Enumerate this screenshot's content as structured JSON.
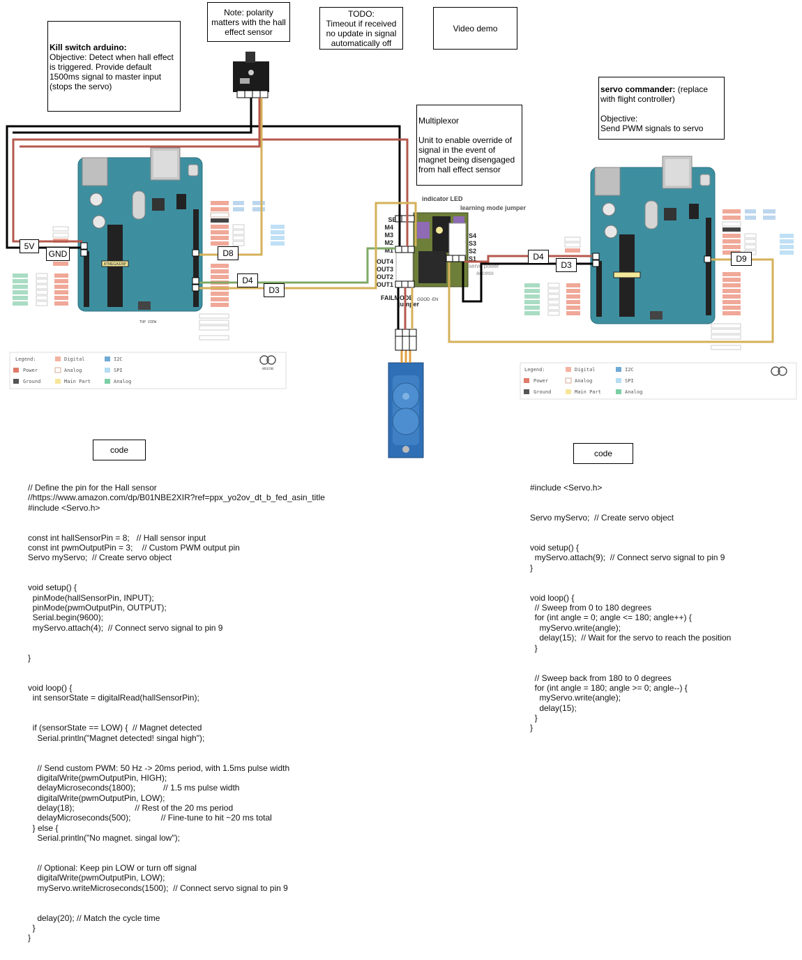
{
  "notes": {
    "kill_switch": {
      "title": "Kill switch arduino:",
      "body": "Objective: Detect when hall effect is triggered. Provide default 1500ms signal to master input (stops the servo)"
    },
    "polarity": "Note: polarity matters with the hall effect sensor",
    "todo": {
      "title": "TODO:",
      "body": "Timeout if received no update in signal automatically off"
    },
    "video_demo": "Video demo",
    "multiplexor": {
      "title": "Multiplexor",
      "body": "Unit to enable override of signal in the event of magnet being disengaged from hall effect sensor"
    },
    "servo_commander": {
      "title": "servo commander:",
      "title_suffix": " (replace with flight controller)",
      "body": "Objective:\nSend PWM signals to servo"
    }
  },
  "wire_labels": {
    "left_5v": "5V",
    "left_gnd": "GND",
    "left_d8": "D8",
    "left_d4": "D4",
    "left_d3": "D3",
    "right_d4": "D4",
    "right_d3": "D3",
    "right_d9": "D9"
  },
  "mux": {
    "sel": "SEL",
    "m4": "M4",
    "m3": "M3",
    "m2": "M2",
    "m1": "M1",
    "out4": "OUT4",
    "out3": "OUT3",
    "out2": "OUT2",
    "out1": "OUT1",
    "s4": "S4",
    "s3": "S3",
    "s2": "S2",
    "s1": "S1",
    "indicator_led": "indicator LED",
    "learning_mode": "learning mode jumper",
    "failmode": "FAILMODE",
    "jumper": "jumper",
    "servo_power": "servo power",
    "access": "access",
    "good_en": "GOOD  -EN"
  },
  "board_text": {
    "top_view": "TOP VIEW",
    "atmega": "ATMEGA328P",
    "legend_title": "Legend:",
    "legend": {
      "digital": "Digital",
      "i2c": "I2C",
      "power": "Power",
      "analog": "Analog",
      "spi": "SPI",
      "ground": "Ground",
      "main_part": "Main Part",
      "analog2": "Analog"
    },
    "brand": "ARDUINO"
  },
  "code_buttons": {
    "left": "code",
    "right": "code"
  },
  "code": {
    "left": "// Define the pin for the Hall sensor\n//https://www.amazon.com/dp/B01NBE2XIR?ref=ppx_yo2ov_dt_b_fed_asin_title\n#include <Servo.h>\n\n\nconst int hallSensorPin = 8;   // Hall sensor input\nconst int pwmOutputPin = 3;    // Custom PWM output pin\nServo myServo;  // Create servo object\n\n\nvoid setup() {\n  pinMode(hallSensorPin, INPUT);\n  pinMode(pwmOutputPin, OUTPUT);\n  Serial.begin(9600);\n  myServo.attach(4);  // Connect servo signal to pin 9\n\n\n}\n\n\nvoid loop() {\n  int sensorState = digitalRead(hallSensorPin);\n\n\n  if (sensorState == LOW) {  // Magnet detected\n    Serial.println(\"Magnet detected! singal high\");\n\n\n    // Send custom PWM: 50 Hz -> 20ms period, with 1.5ms pulse width\n    digitalWrite(pwmOutputPin, HIGH);\n    delayMicroseconds(1800);            // 1.5 ms pulse width\n    digitalWrite(pwmOutputPin, LOW);\n    delay(18);                          // Rest of the 20 ms period\n    delayMicroseconds(500);             // Fine-tune to hit ~20 ms total\n  } else {\n    Serial.println(\"No magnet. singal low\");\n\n\n    // Optional: Keep pin LOW or turn off signal\n    digitalWrite(pwmOutputPin, LOW);\n    myServo.writeMicroseconds(1500);  // Connect servo signal to pin 9\n\n\n    delay(20); // Match the cycle time\n  }\n}",
    "right": "#include <Servo.h>\n\n\nServo myServo;  // Create servo object\n\n\nvoid setup() {\n  myServo.attach(9);  // Connect servo signal to pin 9\n}\n\n\nvoid loop() {\n  // Sweep from 0 to 180 degrees\n  for (int angle = 0; angle <= 180; angle++) {\n    myServo.write(angle);\n    delay(15);  // Wait for the servo to reach the position\n  }\n\n\n  // Sweep back from 180 to 0 degrees\n  for (int angle = 180; angle >= 0; angle--) {\n    myServo.write(angle);\n    delay(15);\n  }\n}"
  },
  "colors": {
    "board": "#3d8fa0",
    "wire_black": "#000000",
    "wire_red": "#b5584c",
    "wire_yellow": "#d4b15a",
    "wire_green": "#7fa865",
    "servo_blue": "#2f6fb5",
    "mux_board": "#6e7f3a"
  }
}
